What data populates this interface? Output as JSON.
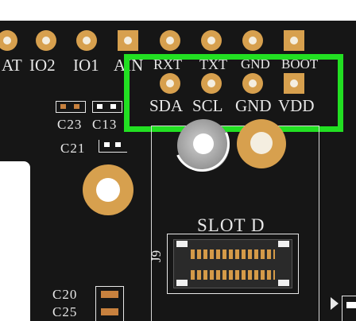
{
  "top_row_labels": [
    "AT",
    "IO2",
    "IO1",
    "AIN",
    "RXT",
    "TXT",
    "GND",
    "BOOT"
  ],
  "i2c_pin_labels": [
    "SDA",
    "SCL",
    "GND",
    "VDD"
  ],
  "component_labels": {
    "c23": "C23",
    "c13": "C13",
    "c21": "C21",
    "c20": "C20",
    "c25": "C25",
    "j9": "J9",
    "slot": "SLOT D"
  },
  "colors": {
    "board": "#161616",
    "pad_gold": "#d7a04e",
    "silkscreen": "#e8e8e8",
    "highlight_box": "#22e022"
  }
}
